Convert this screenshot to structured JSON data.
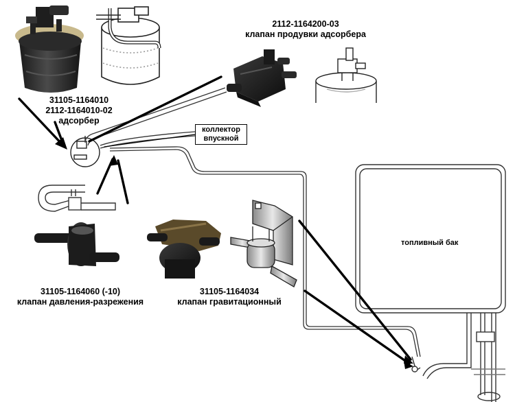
{
  "adsorber": {
    "part_numbers": [
      "31105-1164010",
      "2112-1164010-02"
    ],
    "name": "адсорбер"
  },
  "purge_valve": {
    "part_number": "2112-1164200-03",
    "name": "клапан продувки адсорбера"
  },
  "intake_manifold": {
    "label_line1": "коллектор",
    "label_line2": "впускной"
  },
  "pressure_valve": {
    "part_number": "31105-1164060 (-10)",
    "name": "клапан давления-разрежения"
  },
  "gravity_valve": {
    "part_number": "31105-1164034",
    "name": "клапан гравитационный"
  },
  "fuel_tank": {
    "label": "топливный бак"
  }
}
